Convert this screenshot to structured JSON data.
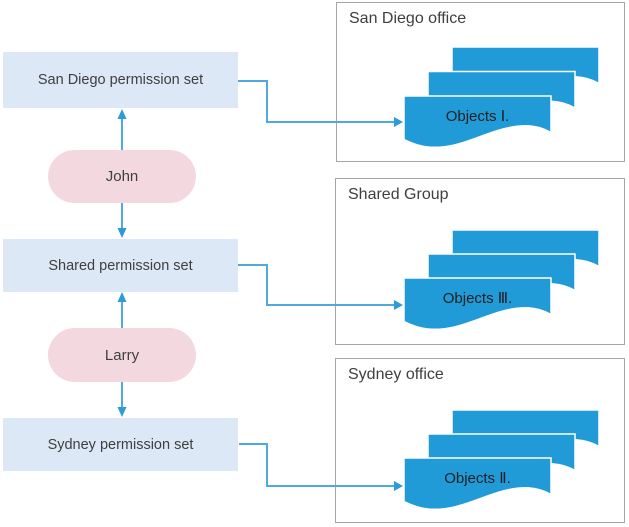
{
  "colors": {
    "permission-fill": "#dce8f5",
    "user-fill": "#f3d9df",
    "document-fill": "#219bd8",
    "connector-stroke": "#4fa8de",
    "arrowhead-fill": "#2e9ad8",
    "frame-border": "#a6a6a6",
    "label-text": "#3f3f3f",
    "object-text": "#1f1f1f",
    "canvas-bg": "#ffffff"
  },
  "permission_sets": [
    {
      "label": "San Diego permission set"
    },
    {
      "label": "Shared permission set"
    },
    {
      "label": "Sydney permission set"
    }
  ],
  "users": [
    {
      "label": "John"
    },
    {
      "label": "Larry"
    }
  ],
  "object_groups": [
    {
      "title": "San Diego office",
      "object_label": "Objects Ⅰ."
    },
    {
      "title": "Shared Group",
      "object_label": "Objects Ⅲ."
    },
    {
      "title": "Sydney office",
      "object_label": "Objects Ⅱ."
    }
  ]
}
